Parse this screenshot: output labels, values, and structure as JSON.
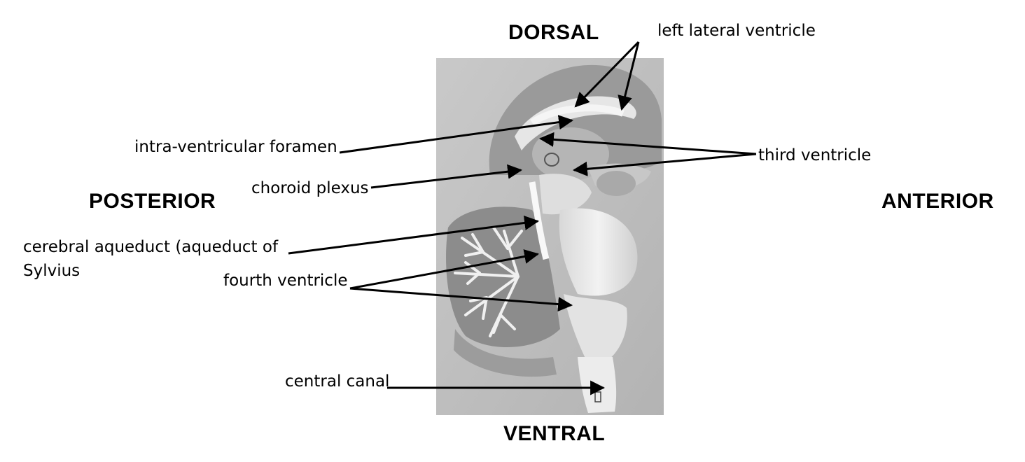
{
  "directions": {
    "dorsal": "DORSAL",
    "ventral": "VENTRAL",
    "posterior": "POSTERIOR",
    "anterior": "ANTERIOR"
  },
  "labels": {
    "left_lateral_ventricle": "left lateral ventricle",
    "intra_ventricular_foramen": "intra-ventricular foramen",
    "third_ventricle": "third ventricle",
    "choroid_plexus": "choroid plexus",
    "cerebral_aqueduct_line1": "cerebral aqueduct (aqueduct of",
    "cerebral_aqueduct_line2": "Sylvius",
    "fourth_ventricle": "fourth ventricle",
    "central_canal": "central canal"
  },
  "colors": {
    "photo_background": "#bdbdbd",
    "arrow": "#000000",
    "label_text": "#000000"
  }
}
